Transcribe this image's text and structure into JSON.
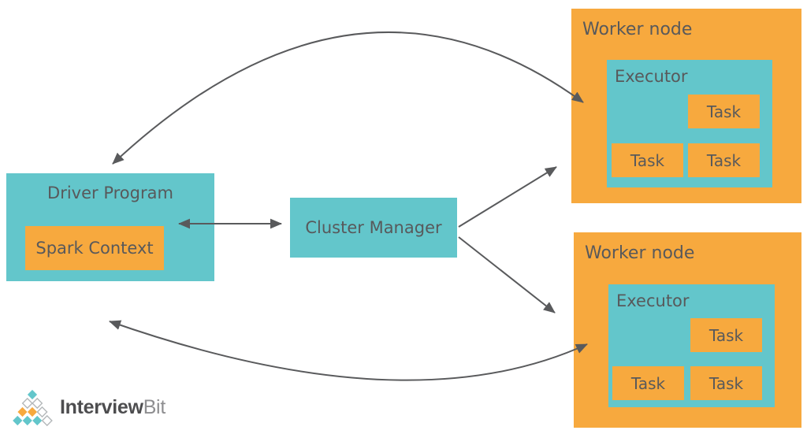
{
  "diagram": {
    "driver_program": {
      "label": "Driver Program",
      "spark_context_label": "Spark Context"
    },
    "cluster_manager": {
      "label": "Cluster Manager"
    },
    "workers": [
      {
        "label": "Worker node",
        "executor_label": "Executor",
        "tasks": [
          "Task",
          "Task",
          "Task"
        ]
      },
      {
        "label": "Worker node",
        "executor_label": "Executor",
        "tasks": [
          "Task",
          "Task",
          "Task"
        ]
      }
    ],
    "connections": [
      "driver-program <-> worker-node-1 (curved arc)",
      "driver-program <-> cluster-manager (horizontal)",
      "cluster-manager -> worker-node-1",
      "cluster-manager -> worker-node-2",
      "driver-program <-> worker-node-2 (curved arc)"
    ]
  },
  "logo": {
    "mark_icon": "interviewbit-diamond-pyramid-icon",
    "brand_primary": "Interview",
    "brand_secondary": "Bit"
  },
  "colors": {
    "teal": "#63C6CB",
    "orange": "#F7A93E",
    "text": "#58595B",
    "arrow": "#595A5C",
    "logo_text_dark": "#4D4D4F",
    "logo_text_light": "#8E8E90",
    "logo_diamond_outline": "#B4B8BA",
    "background": "#FFFFFF"
  }
}
